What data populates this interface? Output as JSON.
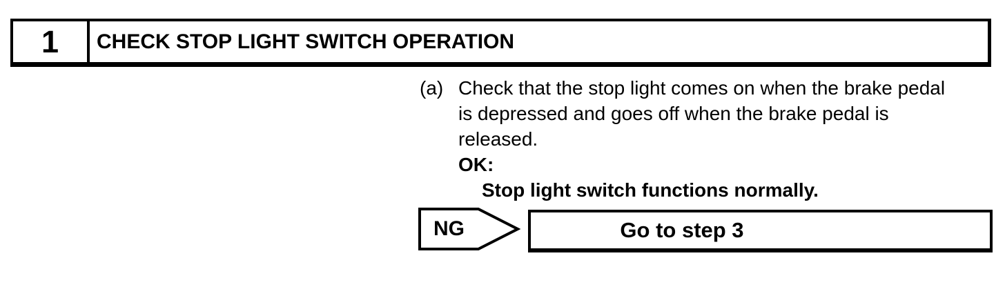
{
  "page": {
    "background": "#ffffff",
    "ink": "#000000"
  },
  "step_header": {
    "number": "1",
    "title": "CHECK STOP LIGHT SWITCH OPERATION"
  },
  "procedure": {
    "item_label": "(a)",
    "instruction_lines": [
      "Check that the stop light comes on when the brake pedal",
      "is depressed and goes off when the brake pedal is",
      "released."
    ],
    "ok_label": "OK:",
    "ok_condition": "Stop light switch functions normally."
  },
  "decision": {
    "result_label": "NG",
    "action": "Go to step 3"
  }
}
